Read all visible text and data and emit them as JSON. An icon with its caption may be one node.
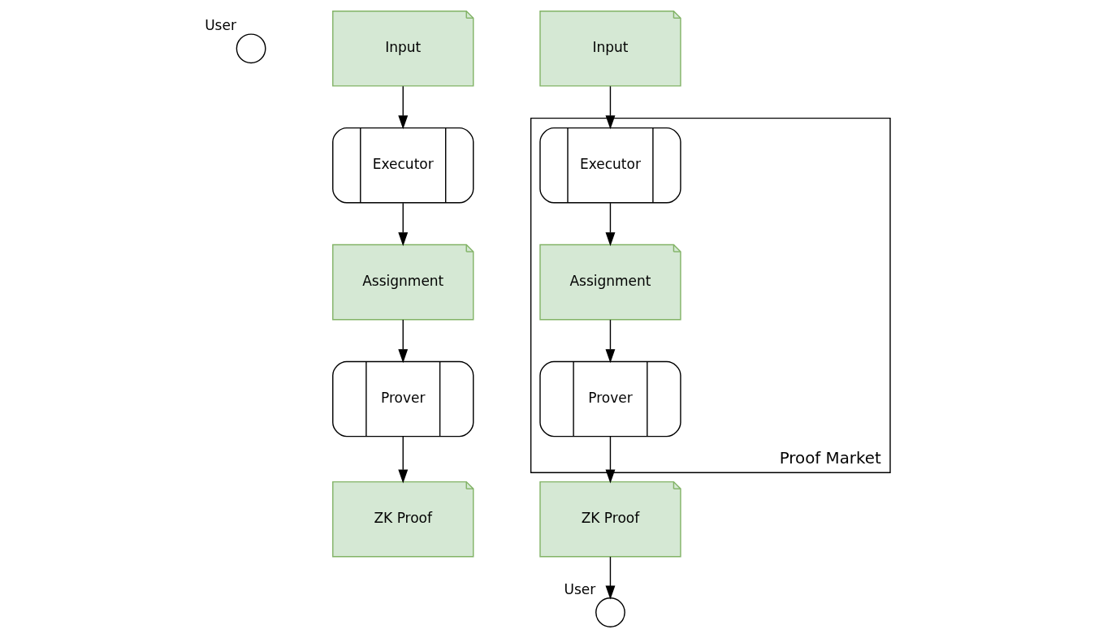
{
  "diagram": {
    "nodes": [
      {
        "text": [],
        "shape": "person",
        "beside": [
          "User"
        ]
      },
      {
        "text": [
          "Input"
        ]
      },
      {
        "text": [
          "Executor"
        ]
      },
      {
        "text": [
          "Assignment"
        ]
      },
      {
        "text": [
          "Prover"
        ]
      },
      {
        "text": [
          "ZK Proof"
        ]
      },
      {
        "text": [
          "Input"
        ]
      },
      {
        "text": [
          "Proof Market"
        ]
      },
      {
        "text": [
          "Executor"
        ],
        "in": 7
      },
      {
        "text": [
          "Assignment"
        ],
        "in": 7
      },
      {
        "text": [
          "Prover"
        ],
        "in": 7
      },
      {
        "text": [],
        "shape": "person",
        "beside": [
          "User"
        ]
      },
      {
        "text": [
          "ZK Proof"
        ]
      }
    ],
    "edges": [
      {
        "from": 1,
        "to": 2,
        "arrow": "to"
      },
      {
        "from": 2,
        "to": 3,
        "arrow": "to"
      },
      {
        "from": 3,
        "to": 4,
        "arrow": "to"
      },
      {
        "from": 4,
        "to": 5,
        "arrow": "to"
      },
      {
        "from": 6,
        "to": 8,
        "arrow": "to"
      },
      {
        "from": 8,
        "to": 9,
        "arrow": "to"
      },
      {
        "from": 9,
        "to": 10,
        "arrow": "to"
      },
      {
        "from": 10,
        "to": 12,
        "arrow": "to"
      },
      {
        "from": 12,
        "to": 11,
        "arrow": "to"
      }
    ]
  }
}
